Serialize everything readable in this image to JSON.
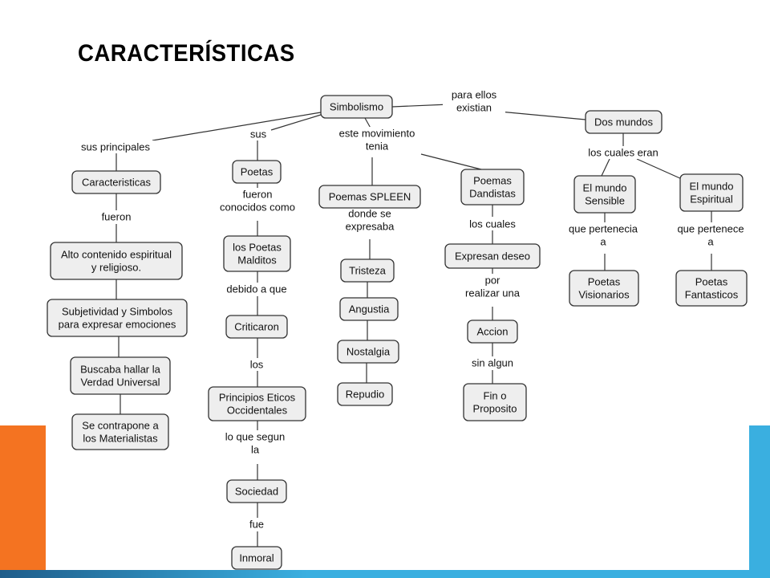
{
  "slide": {
    "title": "CARACTERÍSTICAS",
    "colors": {
      "orange": "#f47321",
      "blue": "#3aafe0",
      "dark_band": "#1f5d8a"
    }
  },
  "concept_map": {
    "nodes": [
      {
        "id": "simbolismo",
        "lines": [
          "Simbolismo"
        ]
      },
      {
        "id": "dos-mundos",
        "lines": [
          "Dos mundos"
        ]
      },
      {
        "id": "caracteristicas",
        "lines": [
          "Caracteristicas"
        ]
      },
      {
        "id": "poetas",
        "lines": [
          "Poetas"
        ]
      },
      {
        "id": "poemas-spleen",
        "lines": [
          "Poemas SPLEEN"
        ]
      },
      {
        "id": "poemas-dandistas",
        "lines": [
          "Poemas",
          "Dandistas"
        ]
      },
      {
        "id": "mundo-sensible",
        "lines": [
          "El mundo",
          "Sensible"
        ]
      },
      {
        "id": "mundo-espiritual",
        "lines": [
          "El mundo",
          "Espiritual"
        ]
      },
      {
        "id": "alto-contenido",
        "lines": [
          "Alto contenido espiritual",
          "y religioso."
        ]
      },
      {
        "id": "subjetividad",
        "lines": [
          "Subjetividad y Simbolos",
          "para expresar emociones"
        ]
      },
      {
        "id": "buscaba",
        "lines": [
          "Buscaba hallar la",
          "Verdad Universal"
        ]
      },
      {
        "id": "contrapone",
        "lines": [
          "Se contrapone a",
          "los Materialistas"
        ]
      },
      {
        "id": "poetas-malditos",
        "lines": [
          "los Poetas",
          "Malditos"
        ]
      },
      {
        "id": "criticaron",
        "lines": [
          "Criticaron"
        ]
      },
      {
        "id": "principios",
        "lines": [
          "Principios Eticos",
          "Occidentales"
        ]
      },
      {
        "id": "sociedad",
        "lines": [
          "Sociedad"
        ]
      },
      {
        "id": "inmoral",
        "lines": [
          "Inmoral"
        ]
      },
      {
        "id": "tristeza",
        "lines": [
          "Tristeza"
        ]
      },
      {
        "id": "angustia",
        "lines": [
          "Angustia"
        ]
      },
      {
        "id": "nostalgia",
        "lines": [
          "Nostalgia"
        ]
      },
      {
        "id": "repudio",
        "lines": [
          "Repudio"
        ]
      },
      {
        "id": "expresan-deseo",
        "lines": [
          "Expresan deseo"
        ]
      },
      {
        "id": "accion",
        "lines": [
          "Accion"
        ]
      },
      {
        "id": "fin-proposito",
        "lines": [
          "Fin o",
          "Proposito"
        ]
      },
      {
        "id": "poetas-visionarios",
        "lines": [
          "Poetas",
          "Visionarios"
        ]
      },
      {
        "id": "poetas-fantasticos",
        "lines": [
          "Poetas",
          "Fantasticos"
        ]
      }
    ],
    "link_labels": [
      {
        "id": "para-ellos-existian",
        "lines": [
          "para ellos",
          "existian"
        ]
      },
      {
        "id": "sus-principales",
        "lines": [
          "sus principales"
        ]
      },
      {
        "id": "sus",
        "lines": [
          "sus"
        ]
      },
      {
        "id": "este-movimiento-tenia",
        "lines": [
          "este movimiento",
          "tenia"
        ]
      },
      {
        "id": "los-cuales-eran",
        "lines": [
          "los cuales eran"
        ]
      },
      {
        "id": "fueron",
        "lines": [
          "fueron"
        ]
      },
      {
        "id": "fueron-conocidos-como",
        "lines": [
          "fueron",
          "conocidos como"
        ]
      },
      {
        "id": "donde-se-expresaba",
        "lines": [
          "donde se",
          "expresaba"
        ]
      },
      {
        "id": "los-cuales",
        "lines": [
          "los cuales"
        ]
      },
      {
        "id": "que-pertenecia-a",
        "lines": [
          "que pertenecia",
          "a"
        ]
      },
      {
        "id": "que-pertenece-a",
        "lines": [
          "que pertenece",
          "a"
        ]
      },
      {
        "id": "debido-a-que",
        "lines": [
          "debido a que"
        ]
      },
      {
        "id": "por-realizar-una",
        "lines": [
          "por",
          "realizar una"
        ]
      },
      {
        "id": "los",
        "lines": [
          "los"
        ]
      },
      {
        "id": "sin-algun",
        "lines": [
          "sin algun"
        ]
      },
      {
        "id": "lo-que-segun-la",
        "lines": [
          "lo que segun",
          "la"
        ]
      },
      {
        "id": "fue",
        "lines": [
          "fue"
        ]
      }
    ]
  }
}
